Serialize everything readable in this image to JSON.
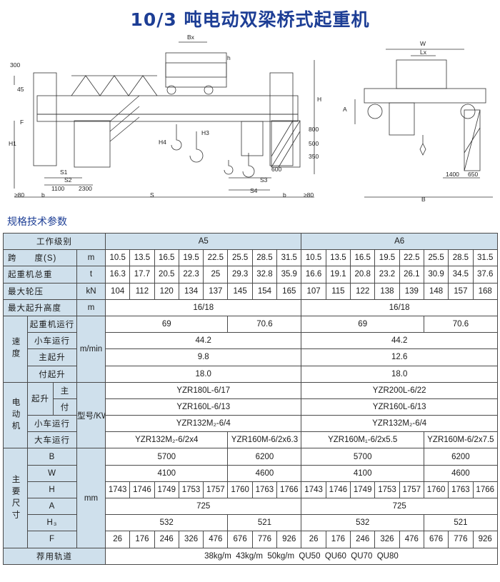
{
  "title": "10/3 吨电动双梁桥式起重机",
  "subtitle": "规格技术参数",
  "drawing_labels": {
    "front": [
      "Bx",
      "h",
      "300",
      "45",
      "F",
      "H1",
      "H4",
      "H3",
      "H",
      "350",
      "500",
      "800",
      "600",
      "S1",
      "S2",
      "S3",
      "S4",
      "1100",
      "2300",
      "≥80",
      "b",
      "S",
      "b",
      "≥80"
    ],
    "side": [
      "W",
      "Lx",
      "A",
      "1400",
      "650",
      "B"
    ]
  },
  "table": {
    "header": {
      "label": "工作级别",
      "grades": [
        "A5",
        "A6"
      ]
    },
    "span": {
      "label": "跨　　度(S)",
      "unit": "m",
      "values": [
        "10.5",
        "13.5",
        "16.5",
        "19.5",
        "22.5",
        "25.5",
        "28.5",
        "31.5",
        "10.5",
        "13.5",
        "16.5",
        "19.5",
        "22.5",
        "25.5",
        "28.5",
        "31.5"
      ]
    },
    "weight": {
      "label": "起重机总重",
      "unit": "t",
      "values": [
        "16.3",
        "17.7",
        "20.5",
        "22.3",
        "25",
        "29.3",
        "32.8",
        "35.9",
        "16.6",
        "19.1",
        "20.8",
        "23.2",
        "26.1",
        "30.9",
        "34.5",
        "37.6"
      ]
    },
    "wheel": {
      "label": "最大轮压",
      "unit": "kN",
      "values": [
        "104",
        "112",
        "120",
        "134",
        "137",
        "145",
        "154",
        "165",
        "107",
        "115",
        "122",
        "138",
        "139",
        "148",
        "157",
        "168"
      ]
    },
    "lift": {
      "label": "最大起升高度",
      "unit": "m",
      "a5": "16/18",
      "a6": "16/18"
    },
    "speed": {
      "group": "速度",
      "unit": "m/min",
      "crane": {
        "label": "起重机运行",
        "a5": [
          "69",
          "70.6"
        ],
        "a6": [
          "69",
          "70.6"
        ]
      },
      "trolley": {
        "label": "小车运行",
        "a5": "44.2",
        "a6": "44.2"
      },
      "main": {
        "label": "主起升",
        "a5": "9.8",
        "a6": "12.6"
      },
      "aux": {
        "label": "付起升",
        "a5": "18.0",
        "a6": "18.0"
      }
    },
    "motor": {
      "group": "电动机",
      "unit": "型号/KW",
      "lift_label": "起升",
      "main": {
        "label": "主",
        "a5": "YZR180L-6/17",
        "a6": "YZR200L-6/22"
      },
      "aux": {
        "label": "付",
        "a5": "YZR160L-6/13",
        "a6": "YZR160L-6/13"
      },
      "trolley": {
        "label": "小车运行",
        "a5": "YZR132M₂-6/4",
        "a6": "YZR132M₂-6/4"
      },
      "crane": {
        "label": "大车运行",
        "a5": [
          "YZR132M₂-6/2x4",
          "YZR160M-6/2x6.3"
        ],
        "a6": [
          "YZR160M₁-6/2x5.5",
          "YZR160M-6/2x7.5"
        ]
      }
    },
    "dims": {
      "group": "主要尺寸",
      "unit": "mm",
      "B": {
        "label": "B",
        "a5": [
          "5700",
          "6200"
        ],
        "a6": [
          "5700",
          "6200"
        ]
      },
      "W": {
        "label": "W",
        "a5": [
          "4100",
          "4600"
        ],
        "a6": [
          "4100",
          "4600"
        ]
      },
      "H": {
        "label": "H",
        "values": [
          "1743",
          "1746",
          "1749",
          "1753",
          "1757",
          "1760",
          "1763",
          "1766",
          "1743",
          "1746",
          "1749",
          "1753",
          "1757",
          "1760",
          "1763",
          "1766"
        ]
      },
      "A": {
        "label": "A",
        "a5": "725",
        "a6": "725"
      },
      "H3": {
        "label": "H₃",
        "a5": [
          "532",
          "521"
        ],
        "a6": [
          "532",
          "521"
        ]
      },
      "F": {
        "label": "F",
        "values": [
          "26",
          "176",
          "246",
          "326",
          "476",
          "676",
          "776",
          "926",
          "26",
          "176",
          "246",
          "326",
          "476",
          "676",
          "776",
          "926"
        ]
      }
    },
    "rail": {
      "label": "荐用轨道",
      "value": "38kg/m  43kg/m  50kg/m  QU50  QU60  QU70  QU80"
    }
  }
}
